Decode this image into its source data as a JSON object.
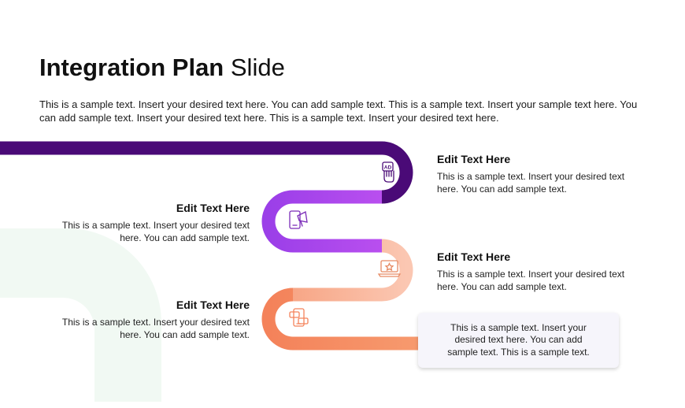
{
  "title": {
    "bold": "Integration Plan",
    "light": "Slide"
  },
  "intro": "This is a sample text. Insert your desired text here. You can add sample text. This is a sample text. Insert your sample text here. You can add sample text. Insert your desired text here. This is a sample text. Insert your desired text here.",
  "steps": [
    {
      "heading": "Edit Text Here",
      "body": "This is a sample text. Insert your desired text here. You can add sample text.",
      "icon": "ad-hand-icon",
      "color": "#4a0a77"
    },
    {
      "heading": "Edit Text Here",
      "body": "This is a sample text. Insert your desired text here. You can add sample text.",
      "icon": "megaphone-phone-icon",
      "color": "#9b3fe8"
    },
    {
      "heading": "Edit Text Here",
      "body": "This is a sample text. Insert your desired text here. You can add sample text.",
      "icon": "laptop-star-icon",
      "color": "#f8b7a0"
    },
    {
      "heading": "Edit Text Here",
      "body": "This is a sample text. Insert your desired text here. You can add sample text.",
      "icon": "chat-phone-icon",
      "color": "#f58d5d"
    }
  ],
  "callout": "This is a sample text. Insert your desired text here. You can add sample text. This is a sample text."
}
